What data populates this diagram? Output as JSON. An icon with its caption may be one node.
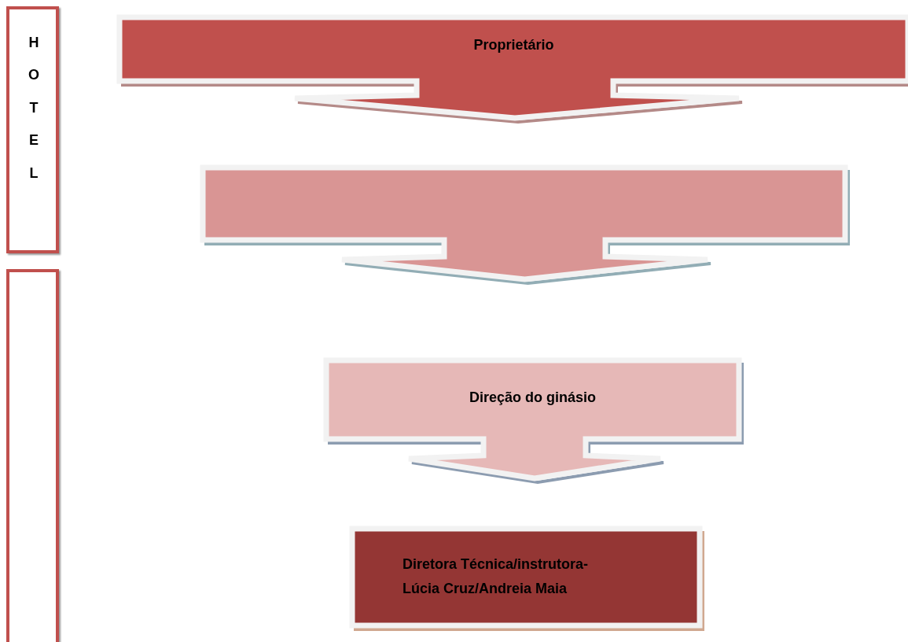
{
  "diagram": {
    "nodes": [
      {
        "text": [
          "HOTEL"
        ]
      },
      {
        "text": [],
        "shape": "box"
      },
      {
        "text": [
          "Proprietário"
        ]
      },
      {
        "text": [],
        "shape": "arrow"
      },
      {
        "text": [
          "Direção do ginásio"
        ]
      },
      {
        "text": [
          "Diretora Técnica/instrutora- Lúcia Cruz/Andreia Maia"
        ]
      }
    ]
  }
}
